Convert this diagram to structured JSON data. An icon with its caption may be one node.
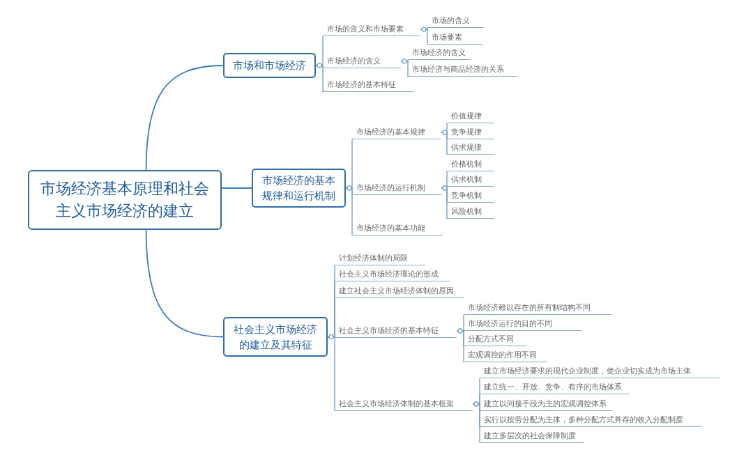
{
  "diagram": {
    "nodes": [
      {
        "text": [
          "市场经济基本原理和社会主义市场经济的建立"
        ]
      },
      {
        "text": [
          "市场和市场经济"
        ]
      },
      {
        "text": [
          "市场的含义和市场要素"
        ]
      },
      {
        "text": [
          "市场的含义"
        ]
      },
      {
        "text": [
          "市场要素"
        ]
      },
      {
        "text": [
          "市场经济的含义"
        ]
      },
      {
        "text": [
          "市场经济的含义"
        ]
      },
      {
        "text": [
          "市场经济与商品经济的关系"
        ]
      },
      {
        "text": [
          "市场经济的基本特征"
        ]
      },
      {
        "text": [
          "市场经济的基本规律和运行机制"
        ]
      },
      {
        "text": [
          "市场经济的基本规律"
        ]
      },
      {
        "text": [
          "价值规律"
        ]
      },
      {
        "text": [
          "竞争规律"
        ]
      },
      {
        "text": [
          "供求规律"
        ]
      },
      {
        "text": [
          "市场经济的运行机制"
        ]
      },
      {
        "text": [
          "价格机制"
        ]
      },
      {
        "text": [
          "供求机制"
        ]
      },
      {
        "text": [
          "竞争机制"
        ]
      },
      {
        "text": [
          "风险机制"
        ]
      },
      {
        "text": [
          "市场经济的基本功能"
        ]
      },
      {
        "text": [
          "社会主义市场经济的建立及其特征"
        ]
      },
      {
        "text": [
          "计划经济体制的局限"
        ]
      },
      {
        "text": [
          "社会主义市场经济理论的形成"
        ]
      },
      {
        "text": [
          "建立社会主义市场经济体制的原因"
        ]
      },
      {
        "text": [
          "社会主义市场经济的基本特征"
        ]
      },
      {
        "text": [
          "市场经济赖以存在的所有制结构不同"
        ]
      },
      {
        "text": [
          "市场经济运行的目的不同"
        ]
      },
      {
        "text": [
          "分配方式不同"
        ]
      },
      {
        "text": [
          "宏观调控的作用不同"
        ]
      },
      {
        "text": [
          "社会主义市场经济体制的基本框架"
        ]
      },
      {
        "text": [
          "建立市场经济要求的现代企业制度，使企业切实成为市场主体"
        ]
      },
      {
        "text": [
          "建立统一、开放、竞争、有序的市场体系"
        ]
      },
      {
        "text": [
          "建立以间接手段为主的宏观调控体系"
        ]
      },
      {
        "text": [
          "实行以按劳分配为主体，多种分配方式并存的收入分配制度"
        ]
      },
      {
        "text": [
          "建立多层次的社会保障制度"
        ]
      }
    ],
    "edges": [
      {
        "from": 0,
        "to": 1,
        "arrow": "none"
      },
      {
        "from": 1,
        "to": 2,
        "arrow": "other"
      },
      {
        "from": 2,
        "to": 3,
        "arrow": "other"
      },
      {
        "from": 2,
        "to": 4,
        "arrow": "other"
      },
      {
        "from": 1,
        "to": 5,
        "arrow": "other"
      },
      {
        "from": 5,
        "to": 6,
        "arrow": "other"
      },
      {
        "from": 5,
        "to": 7,
        "arrow": "other"
      },
      {
        "from": 1,
        "to": 8,
        "arrow": "other"
      },
      {
        "from": 0,
        "to": 9,
        "arrow": "none"
      },
      {
        "from": 9,
        "to": 10,
        "arrow": "other"
      },
      {
        "from": 10,
        "to": 11,
        "arrow": "other"
      },
      {
        "from": 10,
        "to": 12,
        "arrow": "other"
      },
      {
        "from": 10,
        "to": 13,
        "arrow": "other"
      },
      {
        "from": 9,
        "to": 14,
        "arrow": "other"
      },
      {
        "from": 14,
        "to": 15,
        "arrow": "other"
      },
      {
        "from": 14,
        "to": 16,
        "arrow": "other"
      },
      {
        "from": 14,
        "to": 17,
        "arrow": "other"
      },
      {
        "from": 14,
        "to": 18,
        "arrow": "other"
      },
      {
        "from": 9,
        "to": 19,
        "arrow": "other"
      },
      {
        "from": 0,
        "to": 20,
        "arrow": "none"
      },
      {
        "from": 20,
        "to": 21,
        "arrow": "other"
      },
      {
        "from": 20,
        "to": 22,
        "arrow": "other"
      },
      {
        "from": 20,
        "to": 23,
        "arrow": "other"
      },
      {
        "from": 20,
        "to": 24,
        "arrow": "other"
      },
      {
        "from": 24,
        "to": 25,
        "arrow": "other"
      },
      {
        "from": 24,
        "to": 26,
        "arrow": "other"
      },
      {
        "from": 24,
        "to": 27,
        "arrow": "other"
      },
      {
        "from": 24,
        "to": 28,
        "arrow": "other"
      },
      {
        "from": 20,
        "to": 29,
        "arrow": "other"
      },
      {
        "from": 29,
        "to": 30,
        "arrow": "other"
      },
      {
        "from": 29,
        "to": 31,
        "arrow": "other"
      },
      {
        "from": 29,
        "to": 32,
        "arrow": "other"
      },
      {
        "from": 29,
        "to": 33,
        "arrow": "other"
      },
      {
        "from": 29,
        "to": 34,
        "arrow": "other"
      }
    ]
  }
}
